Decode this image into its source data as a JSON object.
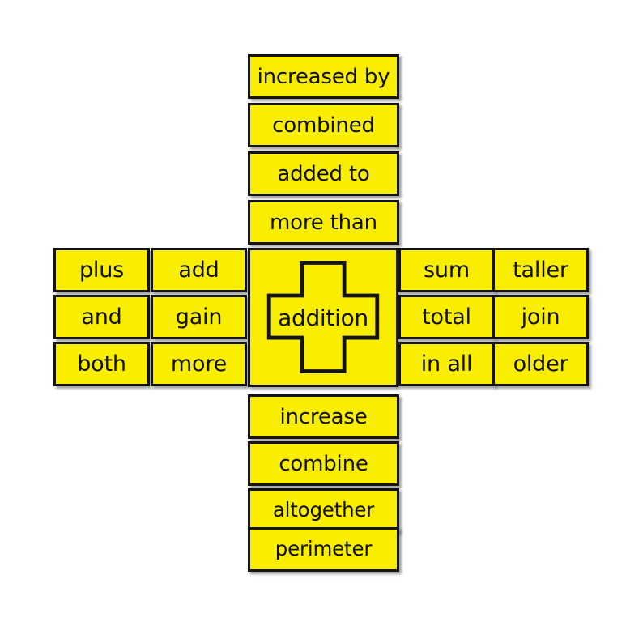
{
  "poster": {
    "title": "addition",
    "shape": "plus-sign",
    "theme": {
      "card_fill": "#FAEE00",
      "card_border": "#141414",
      "text_color": "#101010",
      "background": "#FFFFFF"
    }
  },
  "center": {
    "label": "addition",
    "icon": "plus-sign-outline"
  },
  "arms": {
    "top": {
      "cards": [
        {
          "label": "increased by"
        },
        {
          "label": "combined"
        },
        {
          "label": "added to"
        },
        {
          "label": "more than"
        }
      ]
    },
    "bottom": {
      "cards": [
        {
          "label": "increase"
        },
        {
          "label": "combine"
        },
        {
          "label": "altogether"
        },
        {
          "label": "perimeter"
        }
      ]
    },
    "left": {
      "rows": [
        {
          "cards": [
            {
              "label": "plus"
            },
            {
              "label": "add"
            }
          ]
        },
        {
          "cards": [
            {
              "label": "and"
            },
            {
              "label": "gain"
            }
          ]
        },
        {
          "cards": [
            {
              "label": "both"
            },
            {
              "label": "more"
            }
          ]
        }
      ]
    },
    "right": {
      "rows": [
        {
          "cards": [
            {
              "label": "sum"
            },
            {
              "label": "taller"
            }
          ]
        },
        {
          "cards": [
            {
              "label": "total"
            },
            {
              "label": "join"
            }
          ]
        },
        {
          "cards": [
            {
              "label": "in all"
            },
            {
              "label": "older"
            }
          ]
        }
      ]
    }
  }
}
